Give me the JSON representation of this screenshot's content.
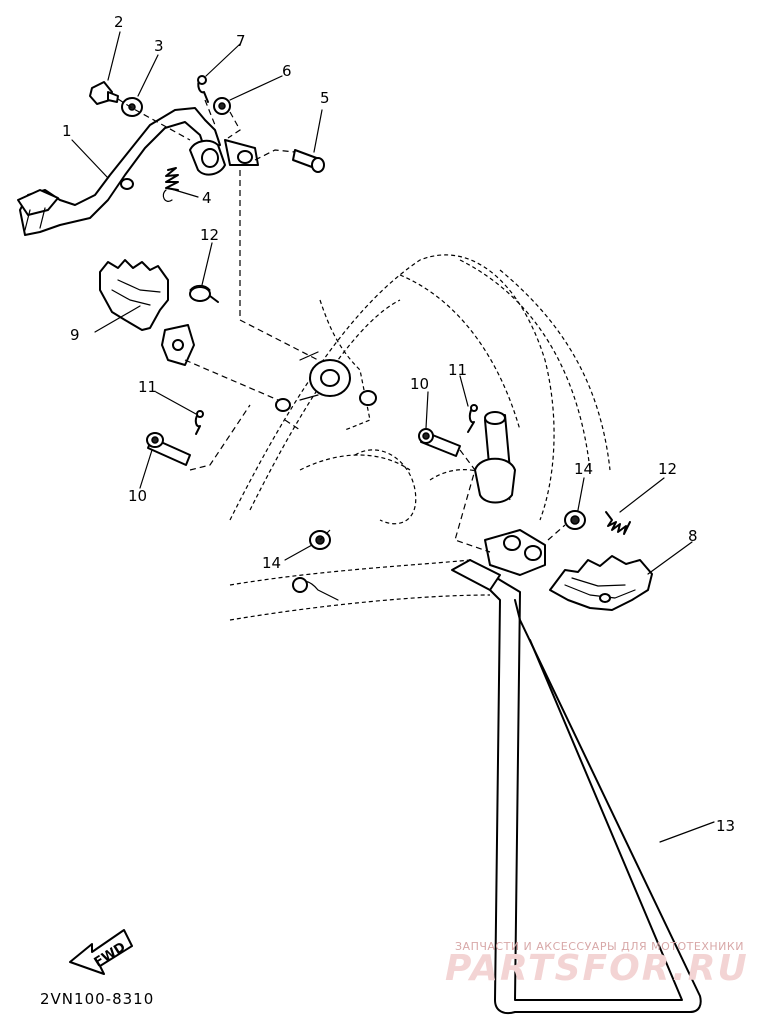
{
  "diagram": {
    "parts": [
      {
        "key": "p1",
        "label": "1"
      },
      {
        "key": "p2",
        "label": "2"
      },
      {
        "key": "p3",
        "label": "3"
      },
      {
        "key": "p4",
        "label": "4"
      },
      {
        "key": "p5",
        "label": "5"
      },
      {
        "key": "p6",
        "label": "6"
      },
      {
        "key": "p7",
        "label": "7"
      },
      {
        "key": "p8",
        "label": "8"
      },
      {
        "key": "p9",
        "label": "9"
      },
      {
        "key": "p10a",
        "label": "10"
      },
      {
        "key": "p10b",
        "label": "10"
      },
      {
        "key": "p11a",
        "label": "11"
      },
      {
        "key": "p11b",
        "label": "11"
      },
      {
        "key": "p12a",
        "label": "12"
      },
      {
        "key": "p12b",
        "label": "12"
      },
      {
        "key": "p13",
        "label": "13"
      },
      {
        "key": "p14a",
        "label": "14"
      },
      {
        "key": "p14b",
        "label": "14"
      }
    ],
    "fwd_label": "FWD",
    "diagram_code": "2VN100-8310"
  },
  "watermark": {
    "tagline": "ЗАПЧАСТИ И АКСЕССУАРЫ ДЛЯ МОТОТЕХНИКИ",
    "brand": "PARTSFOR.RU"
  }
}
